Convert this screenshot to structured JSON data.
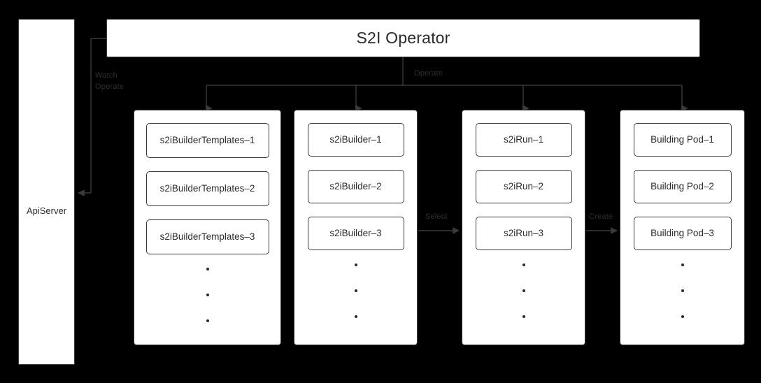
{
  "diagram": {
    "title": "S2I Operator",
    "background_color": "#000000",
    "panel_color": "#ffffff",
    "line_color": "#3a3a3a",
    "text_color": "#2b2b2b",
    "label_color": "#2f2f2f"
  },
  "apiserver": {
    "label": "ApiServer"
  },
  "operator": {
    "title": "S2I Operator"
  },
  "edges": [
    {
      "name": "watch-operate",
      "label": "Watch\nOperate",
      "from": "S2I Operator",
      "to": "ApiServer",
      "direction": "left"
    },
    {
      "name": "operate",
      "label": "Operate",
      "from": "S2I Operator",
      "to": "resource columns",
      "direction": "down"
    },
    {
      "name": "select",
      "label": "Select",
      "from": "s2iBuilder",
      "to": "s2iRun",
      "direction": "right"
    },
    {
      "name": "create",
      "label": "Create",
      "from": "s2iRun",
      "to": "Building Pod",
      "direction": "right"
    }
  ],
  "columns": [
    {
      "name": "s2ibuildertemplates-column",
      "items": [
        "s2iBuilderTemplates–1",
        "s2iBuilderTemplates–2",
        "s2iBuilderTemplates–3"
      ],
      "ellipsis": [
        "•",
        "•",
        "•"
      ]
    },
    {
      "name": "s2ibuilder-column",
      "items": [
        "s2iBuilder–1",
        "s2iBuilder–2",
        "s2iBuilder–3"
      ],
      "ellipsis": [
        "•",
        "•",
        "•"
      ]
    },
    {
      "name": "s2irun-column",
      "items": [
        "s2iRun–1",
        "s2iRun–2",
        "s2iRun–3"
      ],
      "ellipsis": [
        "•",
        "•",
        "•"
      ]
    },
    {
      "name": "building-pod-column",
      "items": [
        "Building Pod–1",
        "Building Pod–2",
        "Building Pod–3"
      ],
      "ellipsis": [
        "•",
        "•",
        "•"
      ]
    }
  ]
}
